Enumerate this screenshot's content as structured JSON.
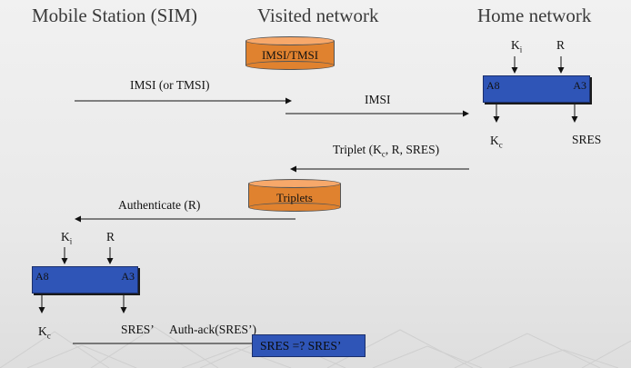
{
  "headings": {
    "mobile": "Mobile Station (SIM)",
    "visited": "Visited network",
    "home": "Home network"
  },
  "db_visited": "IMSI/TMSI",
  "db_triplets": "Triplets",
  "messages": {
    "imsi_or_tmsi": "IMSI (or TMSI)",
    "imsi": "IMSI",
    "triplet_prefix": "Triplet (K",
    "triplet_sub": "c",
    "triplet_suffix": ", R, SRES)",
    "authenticate": "Authenticate (R)",
    "auth_ack": "Auth-ack(SRES’)"
  },
  "home_block": {
    "in_k": "K",
    "in_k_sub": "i",
    "in_r": "R",
    "left_algo": "A8",
    "right_algo": "A3",
    "out_k": "K",
    "out_k_sub": "c",
    "out_sres": "SRES"
  },
  "sim_block": {
    "in_k": "K",
    "in_k_sub": "i",
    "in_r": "R",
    "left_algo": "A8",
    "right_algo": "A3",
    "out_k": "K",
    "out_k_sub": "c",
    "out_sres": "SRES’"
  },
  "compare": "SRES  =? SRES’",
  "colors": {
    "block": "#2f55b7",
    "database": "#e0822f",
    "database_top": "#f7a86a"
  }
}
